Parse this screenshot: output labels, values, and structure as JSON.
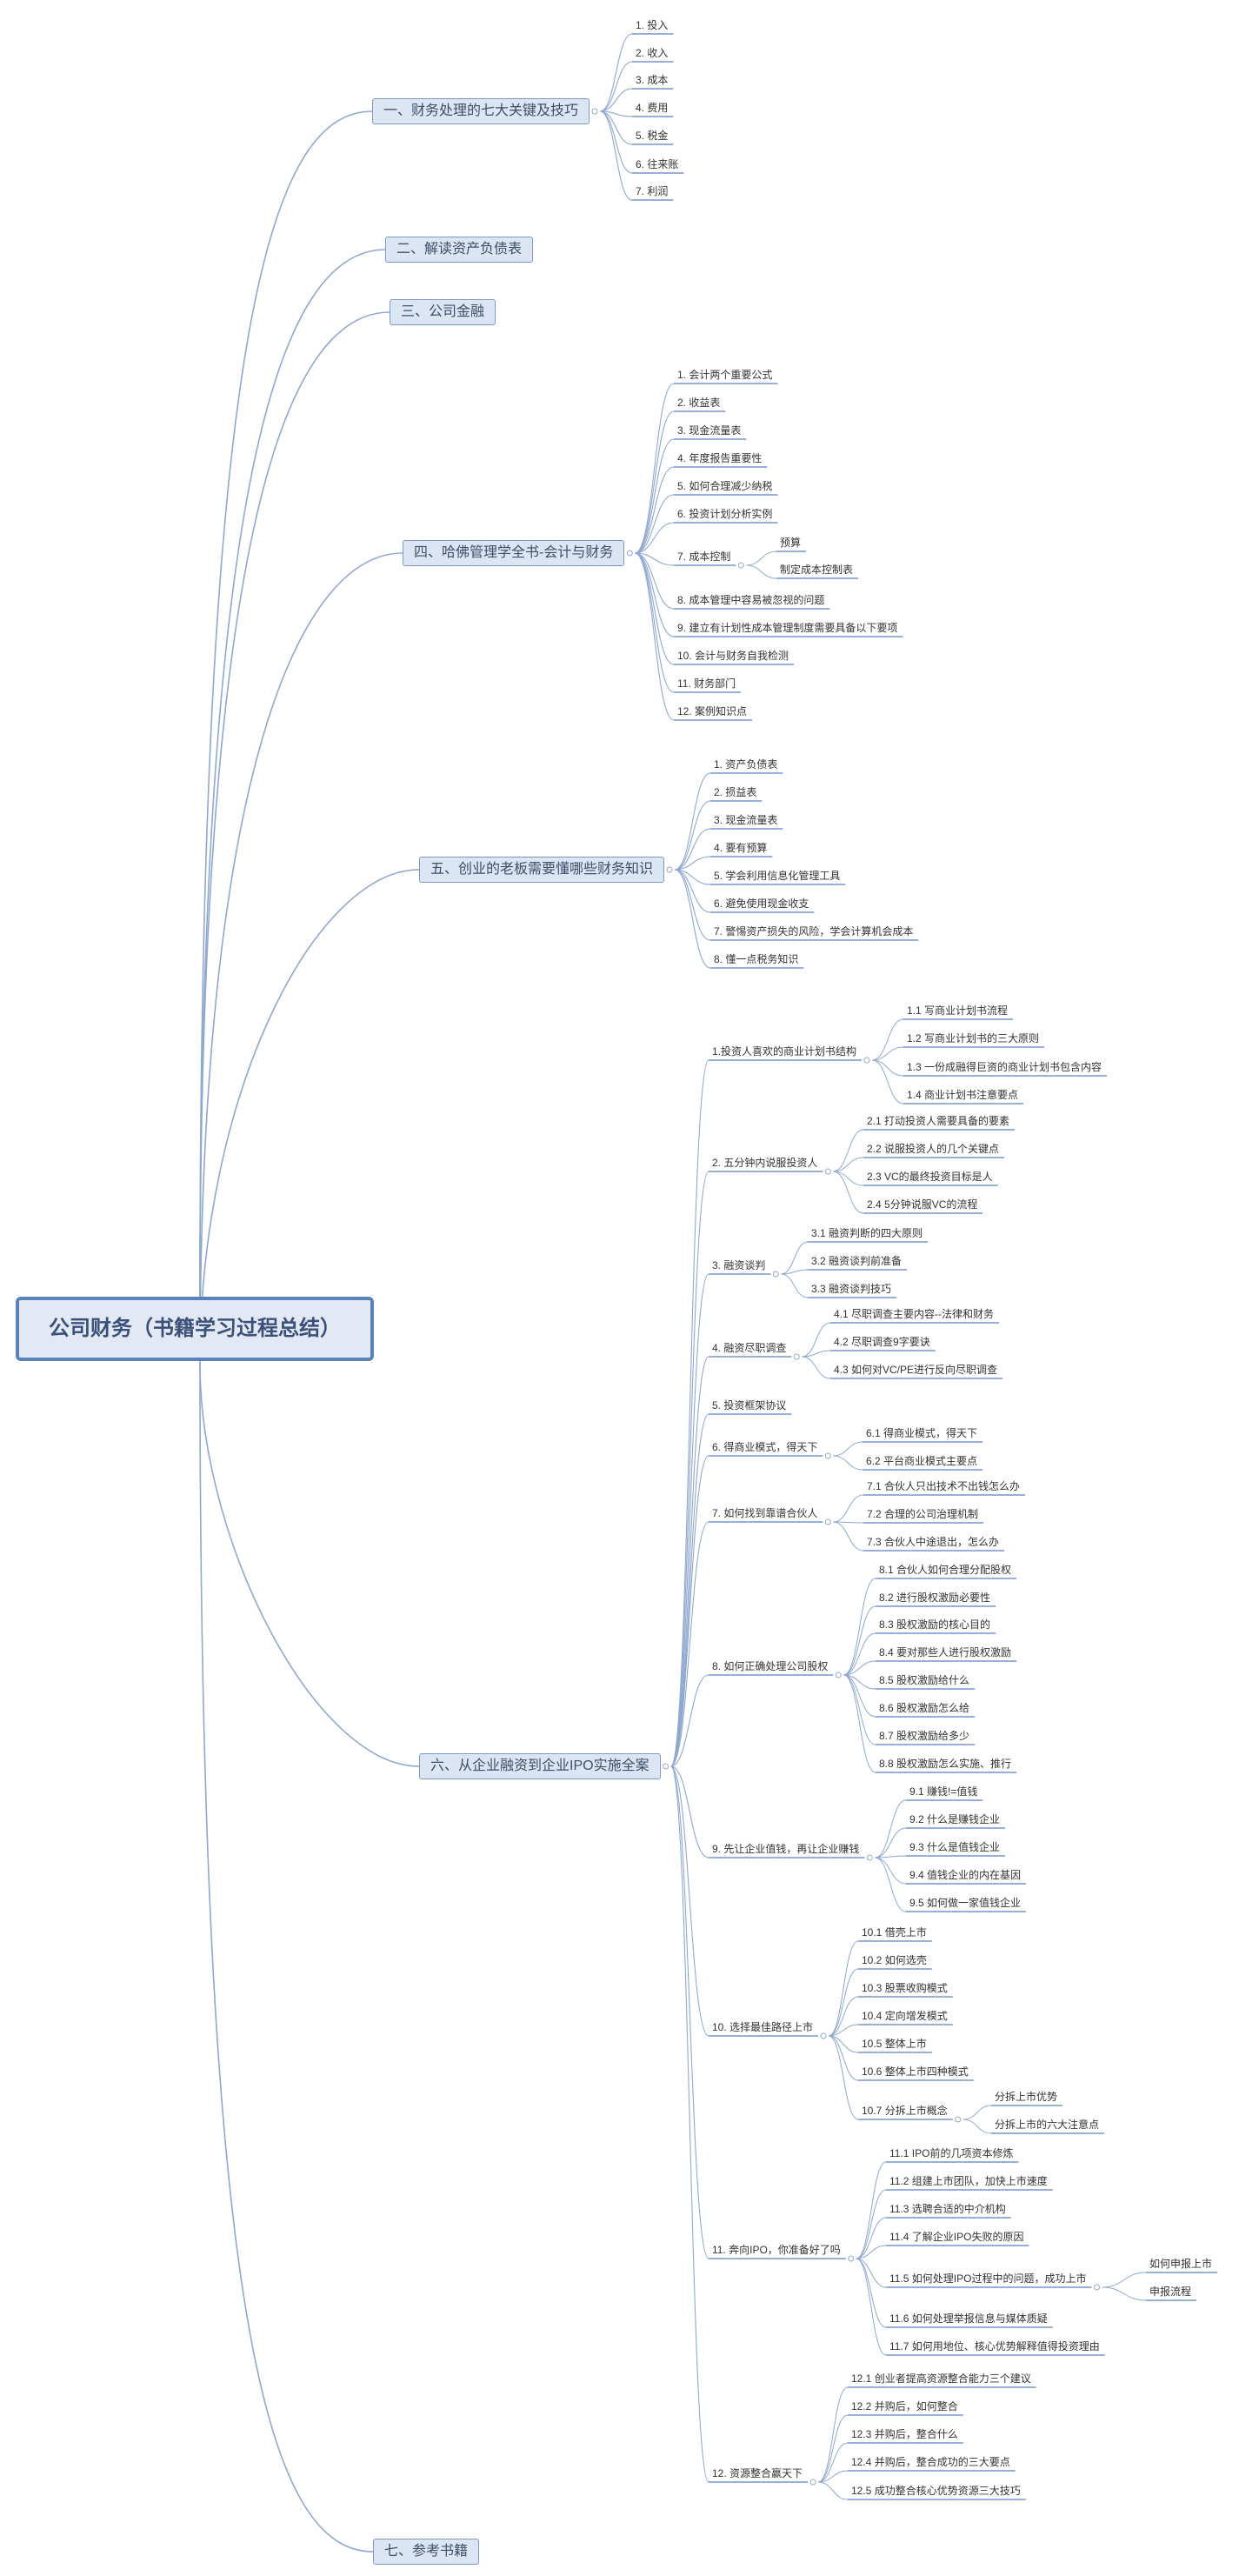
{
  "root": "公司财务（书籍学习过程总结）",
  "branches": [
    {
      "label": "一、财务处理的七大关键及技巧",
      "children": [
        {
          "label": "1. 投入"
        },
        {
          "label": "2. 收入"
        },
        {
          "label": "3. 成本"
        },
        {
          "label": "4. 费用"
        },
        {
          "label": "5. 税金"
        },
        {
          "label": "6. 往来账"
        },
        {
          "label": "7. 利润"
        }
      ]
    },
    {
      "label": "二、解读资产负债表",
      "children": []
    },
    {
      "label": "三、公司金融",
      "children": []
    },
    {
      "label": "四、哈佛管理学全书-会计与财务",
      "children": [
        {
          "label": "1. 会计两个重要公式"
        },
        {
          "label": "2. 收益表"
        },
        {
          "label": "3. 现金流量表"
        },
        {
          "label": "4. 年度报告重要性"
        },
        {
          "label": "5. 如何合理减少纳税"
        },
        {
          "label": "6. 投资计划分析实例"
        },
        {
          "label": "7. 成本控制",
          "children": [
            {
              "label": "预算"
            },
            {
              "label": "制定成本控制表"
            }
          ]
        },
        {
          "label": "8. 成本管理中容易被忽视的问题"
        },
        {
          "label": "9. 建立有计划性成本管理制度需要具备以下要项"
        },
        {
          "label": "10. 会计与财务自我检测"
        },
        {
          "label": "11. 财务部门"
        },
        {
          "label": "12. 案例知识点"
        }
      ]
    },
    {
      "label": "五、创业的老板需要懂哪些财务知识",
      "children": [
        {
          "label": "1. 资产负债表"
        },
        {
          "label": "2. 损益表"
        },
        {
          "label": "3. 现金流量表"
        },
        {
          "label": "4. 要有预算"
        },
        {
          "label": "5. 学会利用信息化管理工具"
        },
        {
          "label": "6. 避免使用现金收支"
        },
        {
          "label": "7. 警惕资产损失的风险，学会计算机会成本"
        },
        {
          "label": "8. 懂一点税务知识"
        }
      ]
    },
    {
      "label": "六、从企业融资到企业IPO实施全案",
      "children": [
        {
          "label": "1.投资人喜欢的商业计划书结构",
          "children": [
            {
              "label": "1.1 写商业计划书流程"
            },
            {
              "label": "1.2 写商业计划书的三大原则"
            },
            {
              "label": "1.3 一份成融得巨资的商业计划书包含内容"
            },
            {
              "label": "1.4 商业计划书注意要点"
            }
          ]
        },
        {
          "label": "2. 五分钟内说服投资人",
          "children": [
            {
              "label": "2.1 打动投资人需要具备的要素"
            },
            {
              "label": "2.2 说服投资人的几个关键点"
            },
            {
              "label": "2.3 VC的最终投资目标是人"
            },
            {
              "label": "2.4 5分钟说服VC的流程"
            }
          ]
        },
        {
          "label": "3. 融资谈判",
          "children": [
            {
              "label": "3.1 融资判断的四大原则"
            },
            {
              "label": "3.2 融资谈判前准备"
            },
            {
              "label": "3.3 融资谈判技巧"
            }
          ]
        },
        {
          "label": "4. 融资尽职调查",
          "children": [
            {
              "label": "4.1 尽职调查主要内容--法律和财务"
            },
            {
              "label": "4.2 尽职调查9字要诀"
            },
            {
              "label": "4.3 如何对VC/PE进行反向尽职调查"
            }
          ]
        },
        {
          "label": "5. 投资框架协议"
        },
        {
          "label": "6. 得商业模式，得天下",
          "children": [
            {
              "label": "6.1 得商业模式，得天下"
            },
            {
              "label": "6.2 平台商业模式主要点"
            }
          ]
        },
        {
          "label": "7. 如何找到靠谱合伙人",
          "children": [
            {
              "label": "7.1 合伙人只出技术不出钱怎么办"
            },
            {
              "label": "7.2 合理的公司治理机制"
            },
            {
              "label": "7.3 合伙人中途退出，怎么办"
            }
          ]
        },
        {
          "label": "8. 如何正确处理公司股权",
          "children": [
            {
              "label": "8.1 合伙人如何合理分配股权"
            },
            {
              "label": "8.2 进行股权激励必要性"
            },
            {
              "label": "8.3 股权激励的核心目的"
            },
            {
              "label": "8.4 要对那些人进行股权激励"
            },
            {
              "label": "8.5 股权激励给什么"
            },
            {
              "label": "8.6 股权激励怎么给"
            },
            {
              "label": "8.7 股权激励给多少"
            },
            {
              "label": "8.8 股权激励怎么实施、推行"
            }
          ]
        },
        {
          "label": "9. 先让企业值钱，再让企业赚钱",
          "children": [
            {
              "label": "9.1 赚钱!=值钱"
            },
            {
              "label": "9.2 什么是赚钱企业"
            },
            {
              "label": "9.3 什么是值钱企业"
            },
            {
              "label": "9.4 值钱企业的内在基因"
            },
            {
              "label": "9.5 如何做一家值钱企业"
            }
          ]
        },
        {
          "label": "10. 选择最佳路径上市",
          "children": [
            {
              "label": "10.1 借壳上市"
            },
            {
              "label": "10.2 如何选壳"
            },
            {
              "label": "10.3 股票收购模式"
            },
            {
              "label": "10.4 定向增发模式"
            },
            {
              "label": "10.5 整体上市"
            },
            {
              "label": "10.6 整体上市四种模式"
            },
            {
              "label": "10.7 分拆上市概念",
              "children": [
                {
                  "label": "分拆上市优势"
                },
                {
                  "label": "分拆上市的六大注意点"
                }
              ]
            }
          ]
        },
        {
          "label": "11. 奔向IPO，你准备好了吗",
          "children": [
            {
              "label": "11.1 IPO前的几项资本修炼"
            },
            {
              "label": "11.2 组建上市团队，加快上市速度"
            },
            {
              "label": "11.3 选聘合适的中介机构"
            },
            {
              "label": "11.4 了解企业IPO失败的原因"
            },
            {
              "label": "11.5 如何处理IPO过程中的问题，成功上市",
              "children": [
                {
                  "label": "如何申报上市"
                },
                {
                  "label": "申报流程"
                }
              ]
            },
            {
              "label": "11.6 如何处理举报信息与媒体质疑"
            },
            {
              "label": "11.7 如何用地位、核心优势解释值得投资理由"
            }
          ]
        },
        {
          "label": "12. 资源整合赢天下",
          "children": [
            {
              "label": "12.1 创业者提高资源整合能力三个建议"
            },
            {
              "label": "12.2 并购后，如何整合"
            },
            {
              "label": "12.3 并购后，整合什么"
            },
            {
              "label": "12.4 并购后，整合成功的三大要点"
            },
            {
              "label": "12.5 成功整合核心优势资源三大技巧"
            }
          ]
        }
      ]
    },
    {
      "label": "七、参考书籍",
      "children": []
    }
  ],
  "colors": {
    "line": "#8fa8cf",
    "underline": "#5a7fbd",
    "box_fill": "#dbe5f3",
    "box_border": "#7b99c7",
    "root_border": "#5a82be"
  }
}
